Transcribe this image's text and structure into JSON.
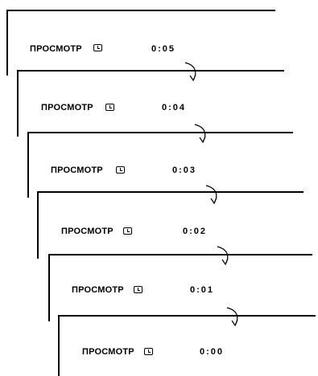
{
  "screens": [
    {
      "mode_label": "ПРОСМОТР",
      "icon": "clock-icon",
      "time": "0:05"
    },
    {
      "mode_label": "ПРОСМОТР",
      "icon": "clock-icon",
      "time": "0:04"
    },
    {
      "mode_label": "ПРОСМОТР",
      "icon": "clock-icon",
      "time": "0:03"
    },
    {
      "mode_label": "ПРОСМОТР",
      "icon": "clock-icon",
      "time": "0:02"
    },
    {
      "mode_label": "ПРОСМОТР",
      "icon": "clock-icon",
      "time": "0:01"
    },
    {
      "mode_label": "ПРОСМОТР",
      "icon": "clock-icon",
      "time": "0:00"
    }
  ],
  "colors": {
    "line": "#000000",
    "background": "#ffffff"
  }
}
